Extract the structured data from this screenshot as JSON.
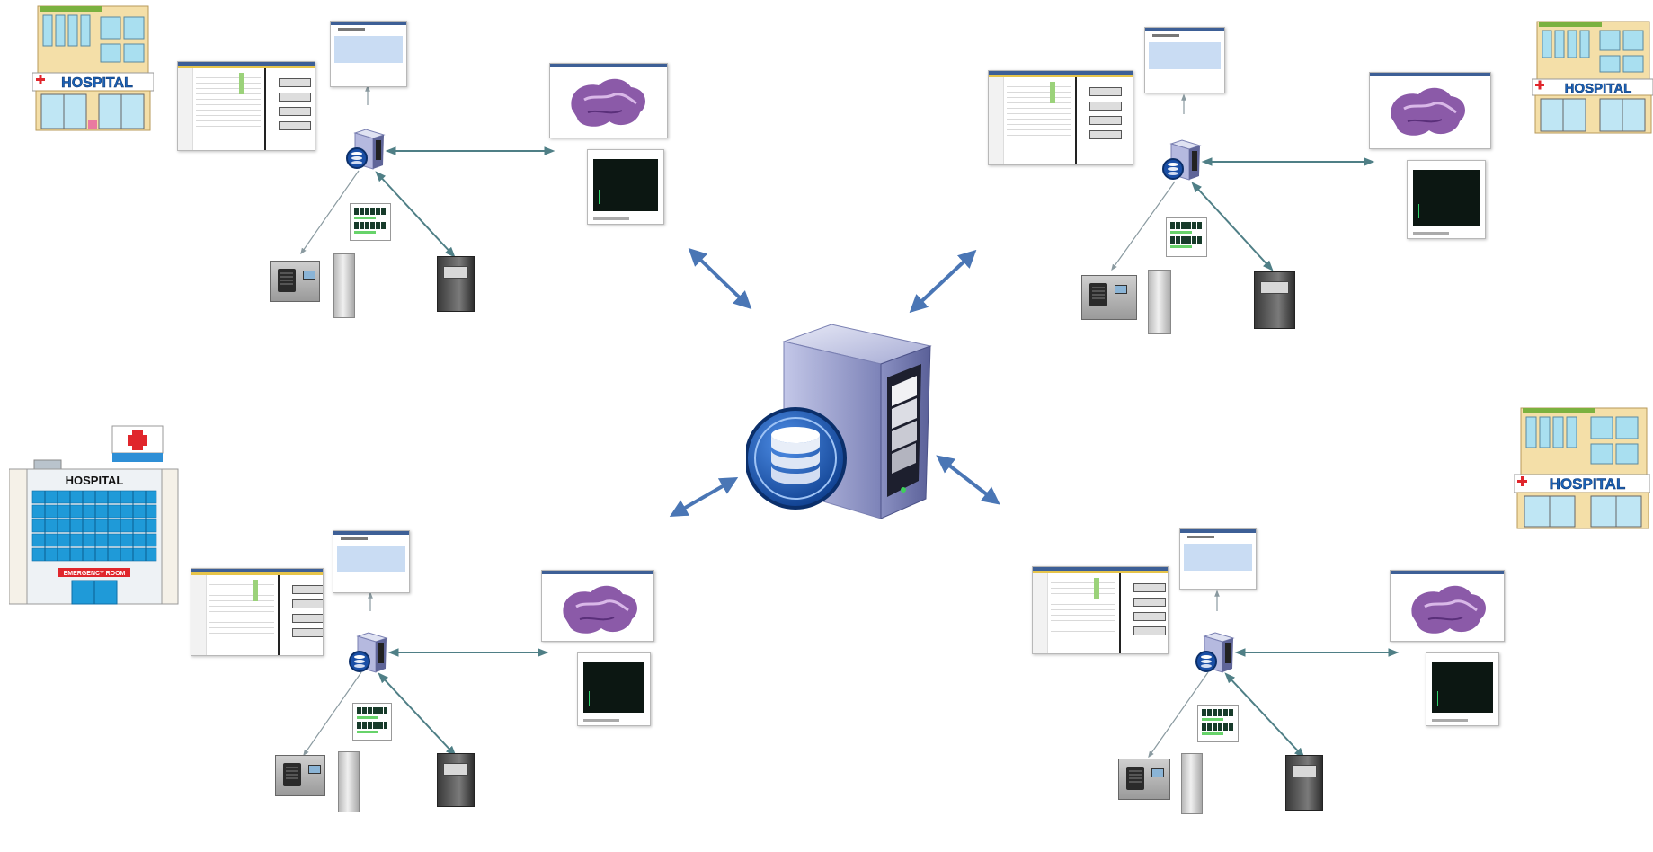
{
  "title": "",
  "central_server": {
    "icon": "database-server-icon"
  },
  "hospitals": [
    {
      "id": "top-left",
      "label": "HOSPITAL",
      "style": "small-clinic"
    },
    {
      "id": "top-right",
      "label": "HOSPITAL",
      "style": "small-clinic"
    },
    {
      "id": "bottom-left",
      "label": "HOSPITAL",
      "sub_label": "EMERGENCY ROOM",
      "style": "tower"
    },
    {
      "id": "bottom-right",
      "label": "HOSPITAL",
      "style": "small-clinic"
    }
  ],
  "site_components": [
    "worklist-screenshot",
    "dialog-screenshot",
    "slide-viewer-screenshot",
    "monitor-screenshot",
    "local-server-icon",
    "status-module",
    "slide-scanner",
    "pillar-device",
    "storage-cabinet"
  ],
  "colors": {
    "link_arrow": "#4a76b5",
    "local_link": "#4f7f86",
    "server_body": "#a9aed6",
    "database_blue": "#1a4fa6",
    "tissue": "#8b5aa8",
    "hospital_cross": "#e0262c"
  }
}
